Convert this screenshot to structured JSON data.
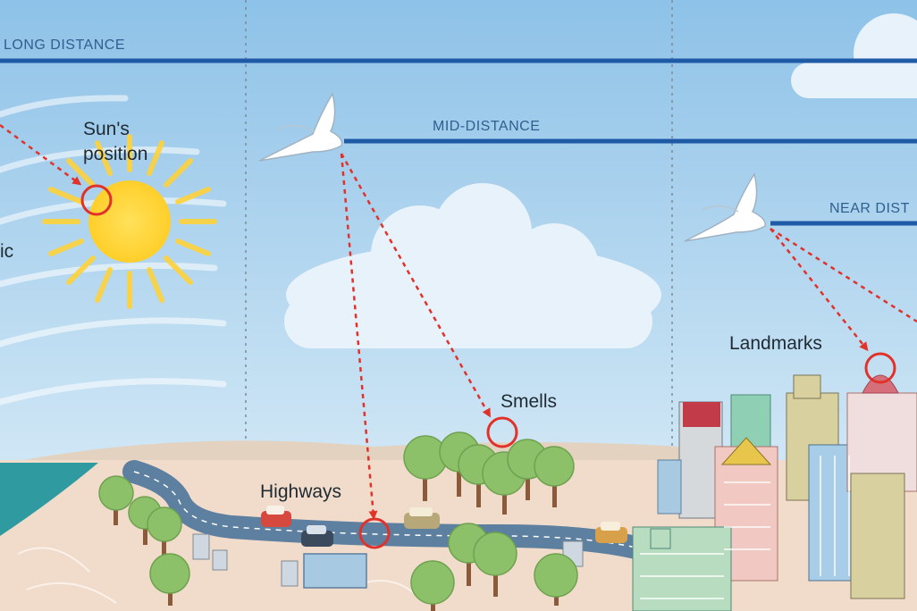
{
  "bands": {
    "long": "LONG DISTANCE",
    "mid": "MID-DISTANCE",
    "near": "NEAR DIST"
  },
  "labels": {
    "sun": "Sun's\nposition",
    "magnetic": "ic",
    "highways": "Highways",
    "smells": "Smells",
    "landmarks": "Landmarks"
  },
  "colors": {
    "sky_top": "#8ec2e8",
    "sky_bottom": "#d7ebf6",
    "band_line": "#1f5aa6",
    "arrow": "#e0322b",
    "sun": "#ffd23a",
    "sea": "#2f9aa0",
    "ground": "#f0d8c4",
    "tree": "#8cc16a",
    "road": "#5d7fa0"
  }
}
